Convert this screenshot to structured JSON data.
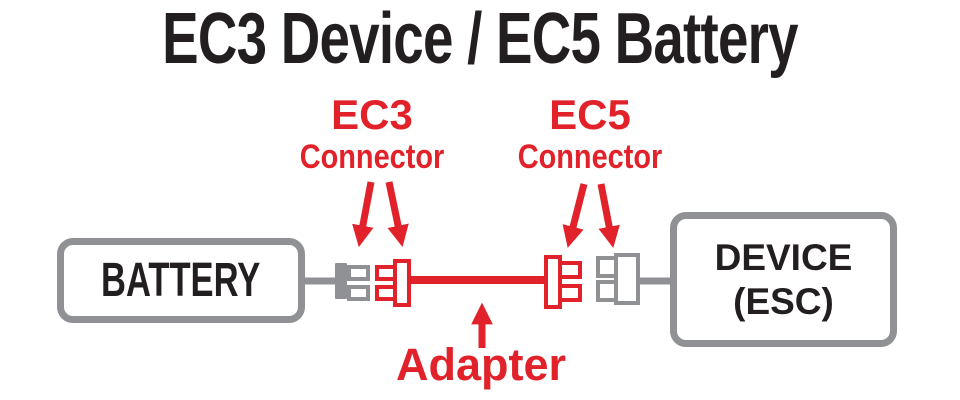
{
  "title": "EC3 Device / EC5 Battery",
  "colors": {
    "red": "#e2222a",
    "gray": "#8f9194",
    "ink": "#231f20"
  },
  "callouts": {
    "ec3": {
      "name": "EC3",
      "subtitle": "Connector"
    },
    "ec5": {
      "name": "EC5",
      "subtitle": "Connector"
    },
    "adapter": {
      "label": "Adapter"
    }
  },
  "nodes": {
    "battery": {
      "label": "BATTERY"
    },
    "device": {
      "label_line1": "DEVICE",
      "label_line2": "(ESC)"
    }
  }
}
